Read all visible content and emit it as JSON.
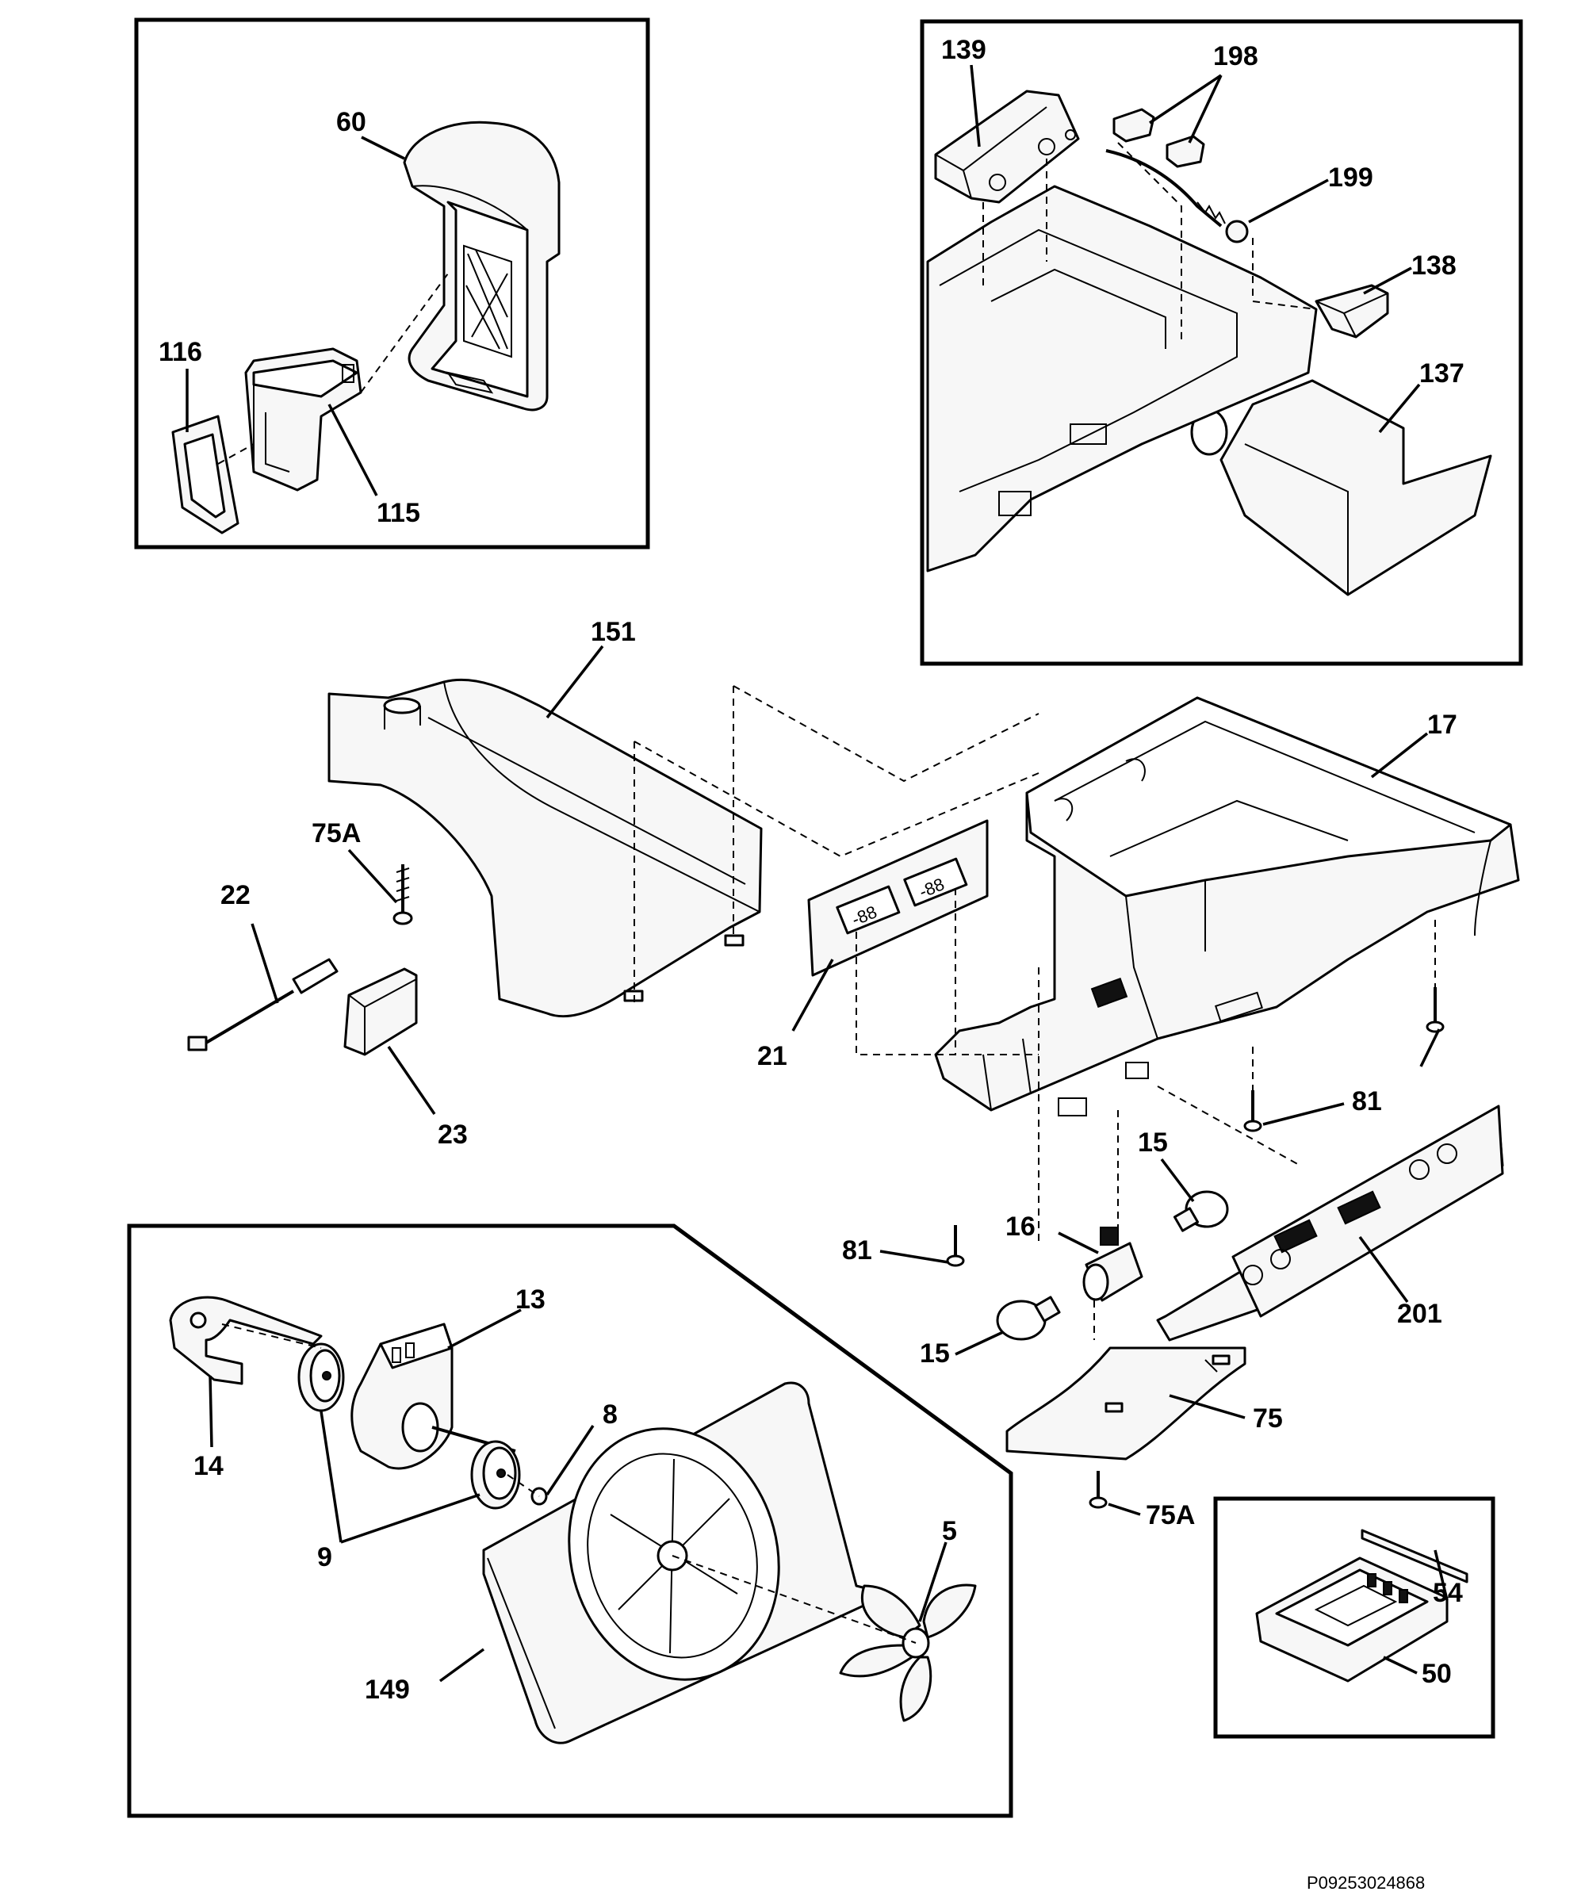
{
  "callouts": {
    "p60": "60",
    "p116": "116",
    "p115": "115",
    "p139": "139",
    "p198": "198",
    "p199": "199",
    "p138": "138",
    "p137": "137",
    "p151": "151",
    "p17": "17",
    "p75a_top": "75A",
    "p22": "22",
    "p23": "23",
    "p21": "21",
    "p81_right": "81",
    "p81_left": "81",
    "p15_top": "15",
    "p16": "16",
    "p15_bottom": "15",
    "p201": "201",
    "p75": "75",
    "p75a_bottom": "75A",
    "p13": "13",
    "p14": "14",
    "p8": "8",
    "p9": "9",
    "p5": "5",
    "p149": "149",
    "p54": "54",
    "p50": "50"
  },
  "display_readouts": {
    "left": "-88",
    "right": "-88"
  },
  "reference_code": "P09253024868"
}
